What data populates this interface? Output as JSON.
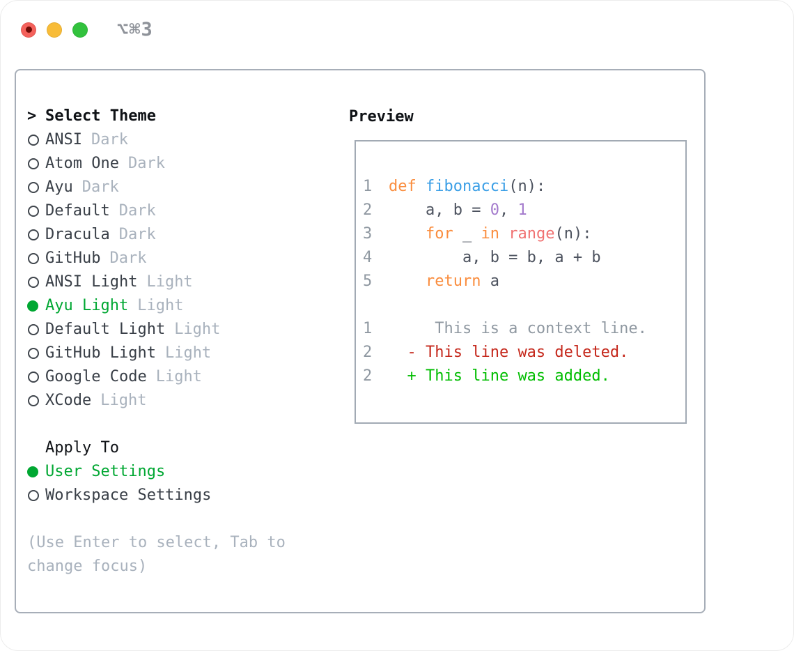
{
  "window": {
    "title_shortcut": "⌥⌘3"
  },
  "colors": {
    "selected_green": "#00a732",
    "item_fg": "#393f47",
    "variant_muted": "#a9b2bd",
    "header_fg": "#0f1216",
    "help_fg": "#a9b2bd",
    "keyword": "#fa8d3e",
    "function": "#399ee6",
    "call": "#f07171",
    "number": "#a37acc",
    "code_fg": "#4c525e",
    "gutter": "#8f98a1",
    "context": "#8f98a1",
    "deleted": "#c5281c",
    "added": "#00bd00",
    "radio_ring": "#3f454c",
    "traffic_red": "#f4615b",
    "traffic_red_dot": "#6f0b05",
    "traffic_yellow": "#f8bc38",
    "traffic_green": "#32c23d"
  },
  "theme_list": {
    "prompt": ">",
    "header": "Select Theme",
    "items": [
      {
        "name": "ANSI",
        "variant": "Dark",
        "selected": false
      },
      {
        "name": "Atom One",
        "variant": "Dark",
        "selected": false
      },
      {
        "name": "Ayu",
        "variant": "Dark",
        "selected": false
      },
      {
        "name": "Default",
        "variant": "Dark",
        "selected": false
      },
      {
        "name": "Dracula",
        "variant": "Dark",
        "selected": false
      },
      {
        "name": "GitHub",
        "variant": "Dark",
        "selected": false
      },
      {
        "name": "ANSI Light",
        "variant": "Light",
        "selected": false
      },
      {
        "name": "Ayu Light",
        "variant": "Light",
        "selected": true
      },
      {
        "name": "Default Light",
        "variant": "Light",
        "selected": false
      },
      {
        "name": "GitHub Light",
        "variant": "Light",
        "selected": false
      },
      {
        "name": "Google Code",
        "variant": "Light",
        "selected": false
      },
      {
        "name": "XCode",
        "variant": "Light",
        "selected": false
      }
    ]
  },
  "apply_to": {
    "header": "Apply To",
    "options": [
      {
        "label": "User Settings",
        "selected": true
      },
      {
        "label": "Workspace Settings",
        "selected": false
      }
    ]
  },
  "help_lines": [
    "(Use Enter to select, Tab to",
    "change focus)"
  ],
  "preview": {
    "header": "Preview",
    "lines": [
      {
        "num": "1",
        "tokens": [
          {
            "t": "def",
            "c": "keyword"
          },
          {
            "t": " ",
            "c": "code_fg"
          },
          {
            "t": "fibonacci",
            "c": "function"
          },
          {
            "t": "(n):",
            "c": "code_fg"
          }
        ]
      },
      {
        "num": "2",
        "tokens": [
          {
            "t": "    a, b = ",
            "c": "code_fg"
          },
          {
            "t": "0",
            "c": "number"
          },
          {
            "t": ", ",
            "c": "code_fg"
          },
          {
            "t": "1",
            "c": "number"
          }
        ]
      },
      {
        "num": "3",
        "tokens": [
          {
            "t": "    ",
            "c": "code_fg"
          },
          {
            "t": "for",
            "c": "keyword"
          },
          {
            "t": " _ ",
            "c": "code_fg"
          },
          {
            "t": "in",
            "c": "keyword"
          },
          {
            "t": " ",
            "c": "code_fg"
          },
          {
            "t": "range",
            "c": "call"
          },
          {
            "t": "(n):",
            "c": "code_fg"
          }
        ]
      },
      {
        "num": "4",
        "tokens": [
          {
            "t": "        a, b = b, a + b",
            "c": "code_fg"
          }
        ]
      },
      {
        "num": "5",
        "tokens": [
          {
            "t": "    ",
            "c": "code_fg"
          },
          {
            "t": "return",
            "c": "keyword"
          },
          {
            "t": " a",
            "c": "code_fg"
          }
        ]
      },
      {
        "num": "",
        "tokens": []
      },
      {
        "num": "1",
        "tokens": [
          {
            "t": "     This is a context line.",
            "c": "context"
          }
        ]
      },
      {
        "num": "2",
        "tokens": [
          {
            "t": "  ",
            "c": "code_fg"
          },
          {
            "t": "- This line was deleted.",
            "c": "deleted"
          }
        ]
      },
      {
        "num": "2",
        "tokens": [
          {
            "t": "  ",
            "c": "code_fg"
          },
          {
            "t": "+ This line was added.",
            "c": "added"
          }
        ]
      }
    ]
  }
}
